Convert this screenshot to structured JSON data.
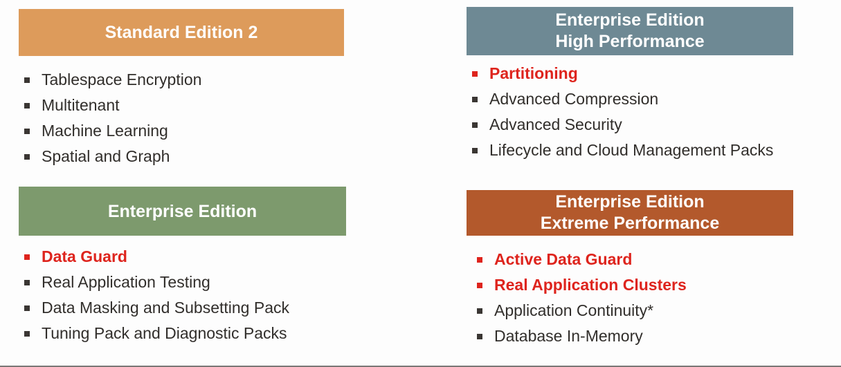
{
  "colors": {
    "page_bg": "#FDFDFD",
    "header_text": "#FFFFFF",
    "body_text": "#312E2B",
    "highlight": "#DE241D",
    "standard_edition_bg": "#DD9B5B",
    "enterprise_edition_bg": "#7D9A6D",
    "high_performance_bg": "#6E8994",
    "extreme_performance_bg": "#B3592C"
  },
  "panels": [
    {
      "name": "standard-edition-2",
      "title_lines": [
        "Standard Edition 2"
      ],
      "header_bg": "#DD9B5B",
      "items": [
        {
          "label": "Tablespace Encryption",
          "highlighted": false
        },
        {
          "label": "Multitenant",
          "highlighted": false
        },
        {
          "label": "Machine Learning",
          "highlighted": false
        },
        {
          "label": "Spatial and Graph",
          "highlighted": false
        }
      ]
    },
    {
      "name": "enterprise-edition-high-performance",
      "title_lines": [
        "Enterprise Edition",
        "High Performance"
      ],
      "header_bg": "#6E8994",
      "items": [
        {
          "label": "Partitioning",
          "highlighted": true
        },
        {
          "label": "Advanced Compression",
          "highlighted": false
        },
        {
          "label": "Advanced Security",
          "highlighted": false
        },
        {
          "label": "Lifecycle and Cloud Management Packs",
          "highlighted": false
        }
      ]
    },
    {
      "name": "enterprise-edition",
      "title_lines": [
        "Enterprise Edition"
      ],
      "header_bg": "#7D9A6D",
      "items": [
        {
          "label": "Data Guard",
          "highlighted": true
        },
        {
          "label": "Real Application Testing",
          "highlighted": false
        },
        {
          "label": "Data Masking and Subsetting Pack",
          "highlighted": false
        },
        {
          "label": "Tuning Pack and Diagnostic Packs",
          "highlighted": false
        }
      ]
    },
    {
      "name": "enterprise-edition-extreme-performance",
      "title_lines": [
        "Enterprise Edition",
        "Extreme Performance"
      ],
      "header_bg": "#B3592C",
      "items": [
        {
          "label": "Active Data Guard",
          "highlighted": true
        },
        {
          "label": "Real Application Clusters",
          "highlighted": true
        },
        {
          "label": "Application Continuity*",
          "highlighted": false
        },
        {
          "label": "Database In-Memory",
          "highlighted": false
        }
      ]
    }
  ]
}
